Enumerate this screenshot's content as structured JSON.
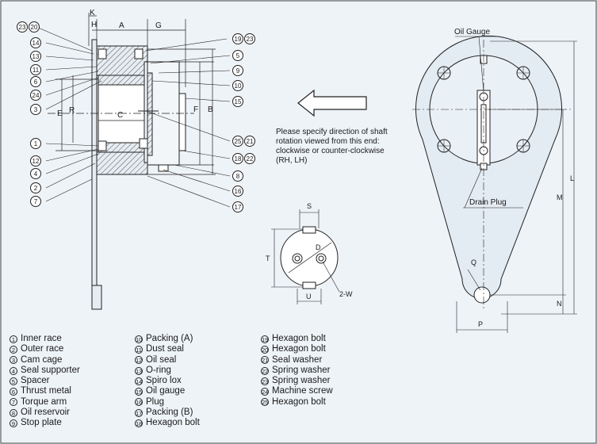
{
  "parts": [
    {
      "num": "1",
      "name": "Inner race"
    },
    {
      "num": "2",
      "name": "Outer race"
    },
    {
      "num": "3",
      "name": "Cam cage"
    },
    {
      "num": "4",
      "name": "Seal supporter"
    },
    {
      "num": "5",
      "name": "Spacer"
    },
    {
      "num": "6",
      "name": "Thrust metal"
    },
    {
      "num": "7",
      "name": "Torque arm"
    },
    {
      "num": "8",
      "name": "Oil reservoir"
    },
    {
      "num": "9",
      "name": "Stop plate"
    },
    {
      "num": "10",
      "name": "Packing (A)"
    },
    {
      "num": "11",
      "name": "Dust seal"
    },
    {
      "num": "12",
      "name": "Oil seal"
    },
    {
      "num": "13",
      "name": "O-ring"
    },
    {
      "num": "14",
      "name": "Spiro lox"
    },
    {
      "num": "15",
      "name": "Oil gauge"
    },
    {
      "num": "16",
      "name": "Plug"
    },
    {
      "num": "17",
      "name": "Packing (B)"
    },
    {
      "num": "18",
      "name": "Hexagon bolt"
    },
    {
      "num": "19",
      "name": "Hexagon bolt"
    },
    {
      "num": "20",
      "name": "Hexagon bolt"
    },
    {
      "num": "21",
      "name": "Seal washer"
    },
    {
      "num": "22",
      "name": "Spring washer"
    },
    {
      "num": "23",
      "name": "Spring washer"
    },
    {
      "num": "24",
      "name": "Machine screw"
    },
    {
      "num": "25",
      "name": "Hexagon bolt"
    }
  ],
  "instruction": {
    "line1": "Please specify direction of shaft",
    "line2": "rotation viewed from this end:",
    "line3": "clockwise or counter-clockwise",
    "line4": "(RH, LH)"
  },
  "labels": {
    "oil_gauge": "Oil Gauge",
    "drain_plug": "Drain Plug",
    "keyway": "2-W"
  },
  "dims": {
    "K": "K",
    "H": "H",
    "A": "A",
    "G": "G",
    "E": "E",
    "R": "R",
    "C": "C",
    "F": "F",
    "B": "B",
    "S": "S",
    "T": "T",
    "D": "D",
    "U": "U",
    "M": "M",
    "L": "L",
    "N": "N",
    "Q": "Q",
    "P": "P"
  },
  "callouts": {
    "c23a": "23",
    "c20": "20",
    "c14": "14",
    "c13": "13",
    "c11": "11",
    "c6": "6",
    "c24": "24",
    "c3": "3",
    "c1": "1",
    "c12": "12",
    "c4": "4",
    "c2": "2",
    "c7": "7",
    "c19": "19",
    "c23b": "23",
    "c5": "5",
    "c9": "9",
    "c10": "10",
    "c15": "15",
    "c25": "25",
    "c21": "21",
    "c18": "18",
    "c22": "22",
    "c8": "8",
    "c16": "16",
    "c17": "17"
  }
}
